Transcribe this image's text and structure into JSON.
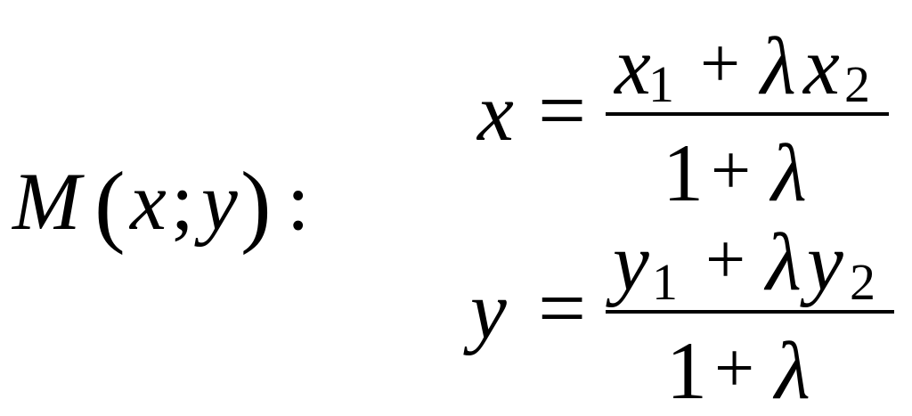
{
  "formula": {
    "lhs": {
      "name": "M",
      "open": "(",
      "x": "x",
      "sep": ";",
      "y": "y",
      "close": ")",
      "colon": ":"
    },
    "eq_x": {
      "var": "x",
      "equals": "=",
      "num": {
        "a": "x",
        "a_sub": "1",
        "plus": "+",
        "lambda": "λ",
        "b": "x",
        "b_sub": "2"
      },
      "den": {
        "one": "1",
        "plus": "+",
        "lambda": "λ"
      }
    },
    "eq_y": {
      "var": "y",
      "equals": "=",
      "num": {
        "a": "y",
        "a_sub": "1",
        "plus": "+",
        "lambda": "λ",
        "b": "y",
        "b_sub": "2"
      },
      "den": {
        "one": "1",
        "plus": "+",
        "lambda": "λ"
      }
    }
  }
}
